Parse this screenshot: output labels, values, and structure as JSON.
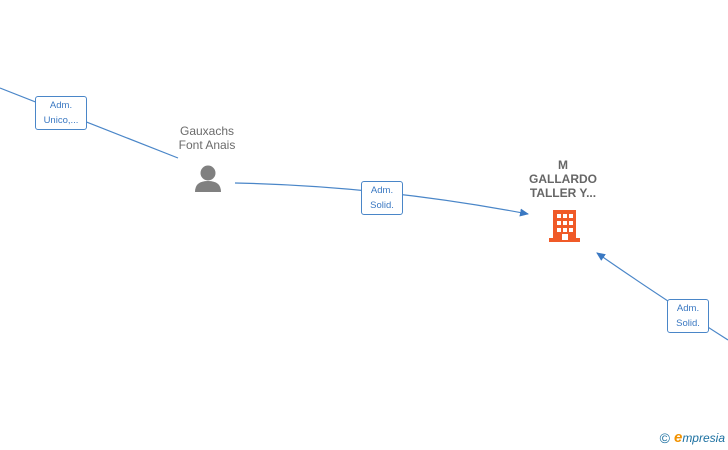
{
  "nodes": {
    "person": {
      "line1": "Gauxachs",
      "line2": "Font Anais"
    },
    "company": {
      "line1": "M",
      "line2": "GALLARDO",
      "line3": "TALLER Y..."
    }
  },
  "edges": {
    "left": {
      "line1": "Adm.",
      "line2": "Unico,..."
    },
    "middle": {
      "line1": "Adm.",
      "line2": "Solid."
    },
    "right": {
      "line1": "Adm.",
      "line2": "Solid."
    }
  },
  "footer": {
    "copyright": "©",
    "brand_initial": "e",
    "brand_rest": "mpresia"
  },
  "colors": {
    "edge": "#4a86c8",
    "person_icon": "#808080",
    "company_icon": "#f05a28"
  },
  "icons": {
    "person": "person-icon",
    "company": "building-icon"
  }
}
